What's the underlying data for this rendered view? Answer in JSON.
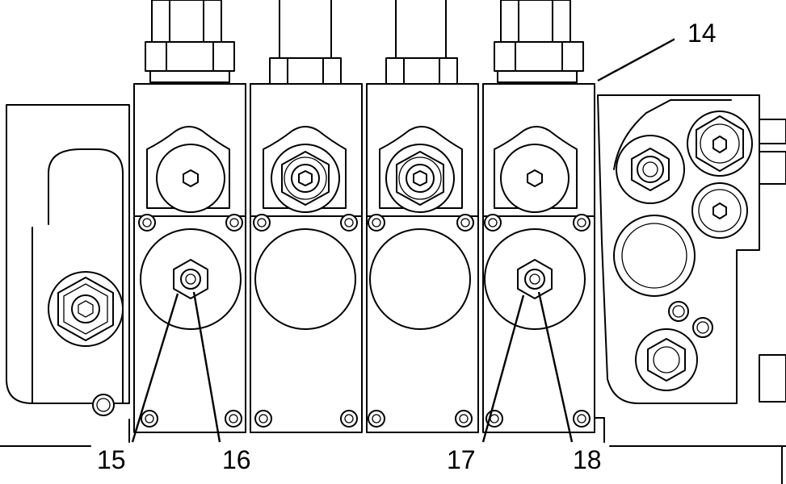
{
  "figure": {
    "callouts": [
      {
        "id": "c14",
        "label": "14"
      },
      {
        "id": "c15",
        "label": "15"
      },
      {
        "id": "c16",
        "label": "16"
      },
      {
        "id": "c17",
        "label": "17"
      },
      {
        "id": "c18",
        "label": "18"
      }
    ]
  }
}
